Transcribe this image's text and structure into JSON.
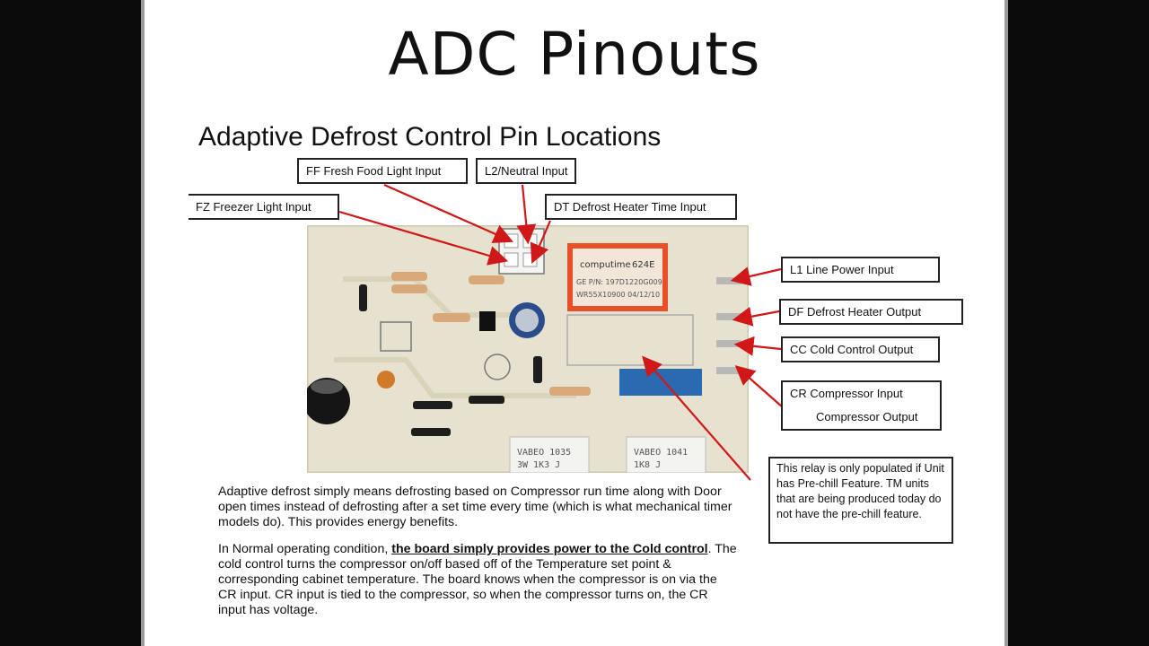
{
  "slide": {
    "title": "ADC Pinouts",
    "subtitle": "Adaptive Defrost Control Pin Locations"
  },
  "pin_labels": {
    "ff": "FF  Fresh Food Light Input",
    "l2": "L2/Neutral Input",
    "fz": "FZ  Freezer Light Input",
    "dt": "DT  Defrost Heater Time Input",
    "l1": "L1  Line Power Input",
    "df": "DF  Defrost Heater Output",
    "cc": "CC  Cold Control Output",
    "cr_line1": "CR  Compressor Input",
    "cr_line2": "Compressor Output"
  },
  "relay_note": "This relay is only populated if Unit has Pre-chill Feature. TM units that are being produced today do not have the pre-chill feature.",
  "board_text": {
    "brand": "computime",
    "model": "624E",
    "ge_pin": "GE P/N: 197D1220G009",
    "wr_pin": "WR55X10900  04/12/10",
    "res1": "VABEO 1035",
    "res1b": "3W 1K3  J",
    "res2": "VABEO 1041",
    "res2b": "1K8  J"
  },
  "paragraphs": {
    "p1": "Adaptive defrost simply means defrosting based on Compressor run time along with Door open times instead of defrosting after a set time every time (which is what mechanical timer models do). This provides energy benefits.",
    "p2_prefix": "In Normal operating condition, ",
    "p2_bold": "the board simply provides power to the Cold control",
    "p2_rest": ". The cold control turns the compressor on/off based off of the Temperature set point & corresponding cabinet temperature. The board knows when the compressor is on via the CR input. CR input is tied to the compressor, so when the compressor turns on, the CR input has voltage."
  },
  "colors": {
    "arrow": "#d01818",
    "board": "#e8e5d6",
    "relay_label": "#e8502a",
    "capacitor": "#2a6ab0"
  }
}
